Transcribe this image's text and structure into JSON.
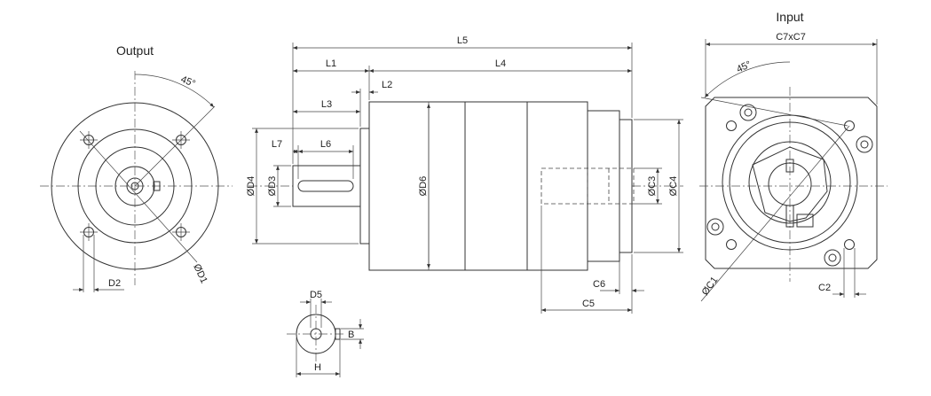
{
  "views": {
    "output": {
      "title": "Output",
      "angle": "45°",
      "d1": "ØD1",
      "d2": "D2"
    },
    "input": {
      "title": "Input",
      "angle": "45°",
      "c7": "C7xC7",
      "c1": "ØC1",
      "c2": "C2"
    },
    "side": {
      "l5": "L5",
      "l1": "L1",
      "l4": "L4",
      "l2": "L2",
      "l3": "L3",
      "l7": "L7",
      "l6": "L6",
      "d4": "ØD4",
      "d3": "ØD3",
      "d6": "ØD6",
      "c3": "ØC3",
      "c4": "ØC4",
      "c6": "C6",
      "c5": "C5"
    },
    "shaft": {
      "d5": "D5",
      "b": "B",
      "h": "H"
    }
  }
}
